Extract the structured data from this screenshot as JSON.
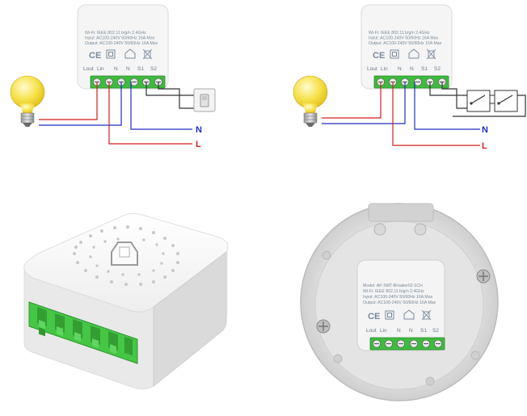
{
  "module_label": {
    "line1": "Wi-Fi: IEEE 802.11 b/g/n 2.4GHz",
    "line2": "Input: AC100-240V 50/60Hz 16A Max",
    "line3": "Output: AC100-240V 50/60Hz 16A Max",
    "model": "Model: AP-SMT-Breaker02-1CH"
  },
  "terminals": [
    "Lout",
    "Lin",
    "N",
    "N",
    "S1",
    "S2"
  ],
  "wires": {
    "neutral": "N",
    "live": "L"
  },
  "colors": {
    "neutral": "#1f2fbf",
    "live": "#d21f1f",
    "terminal_block": "#3dbb3d",
    "bulb": "#f4e04a",
    "label_text": "#7a8a9a"
  },
  "icons": [
    "ce-mark-icon",
    "class-ii-square-icon",
    "home-icon",
    "weee-bin-icon",
    "light-bulb-icon",
    "wall-switch-icon",
    "two-way-switch-icon"
  ]
}
